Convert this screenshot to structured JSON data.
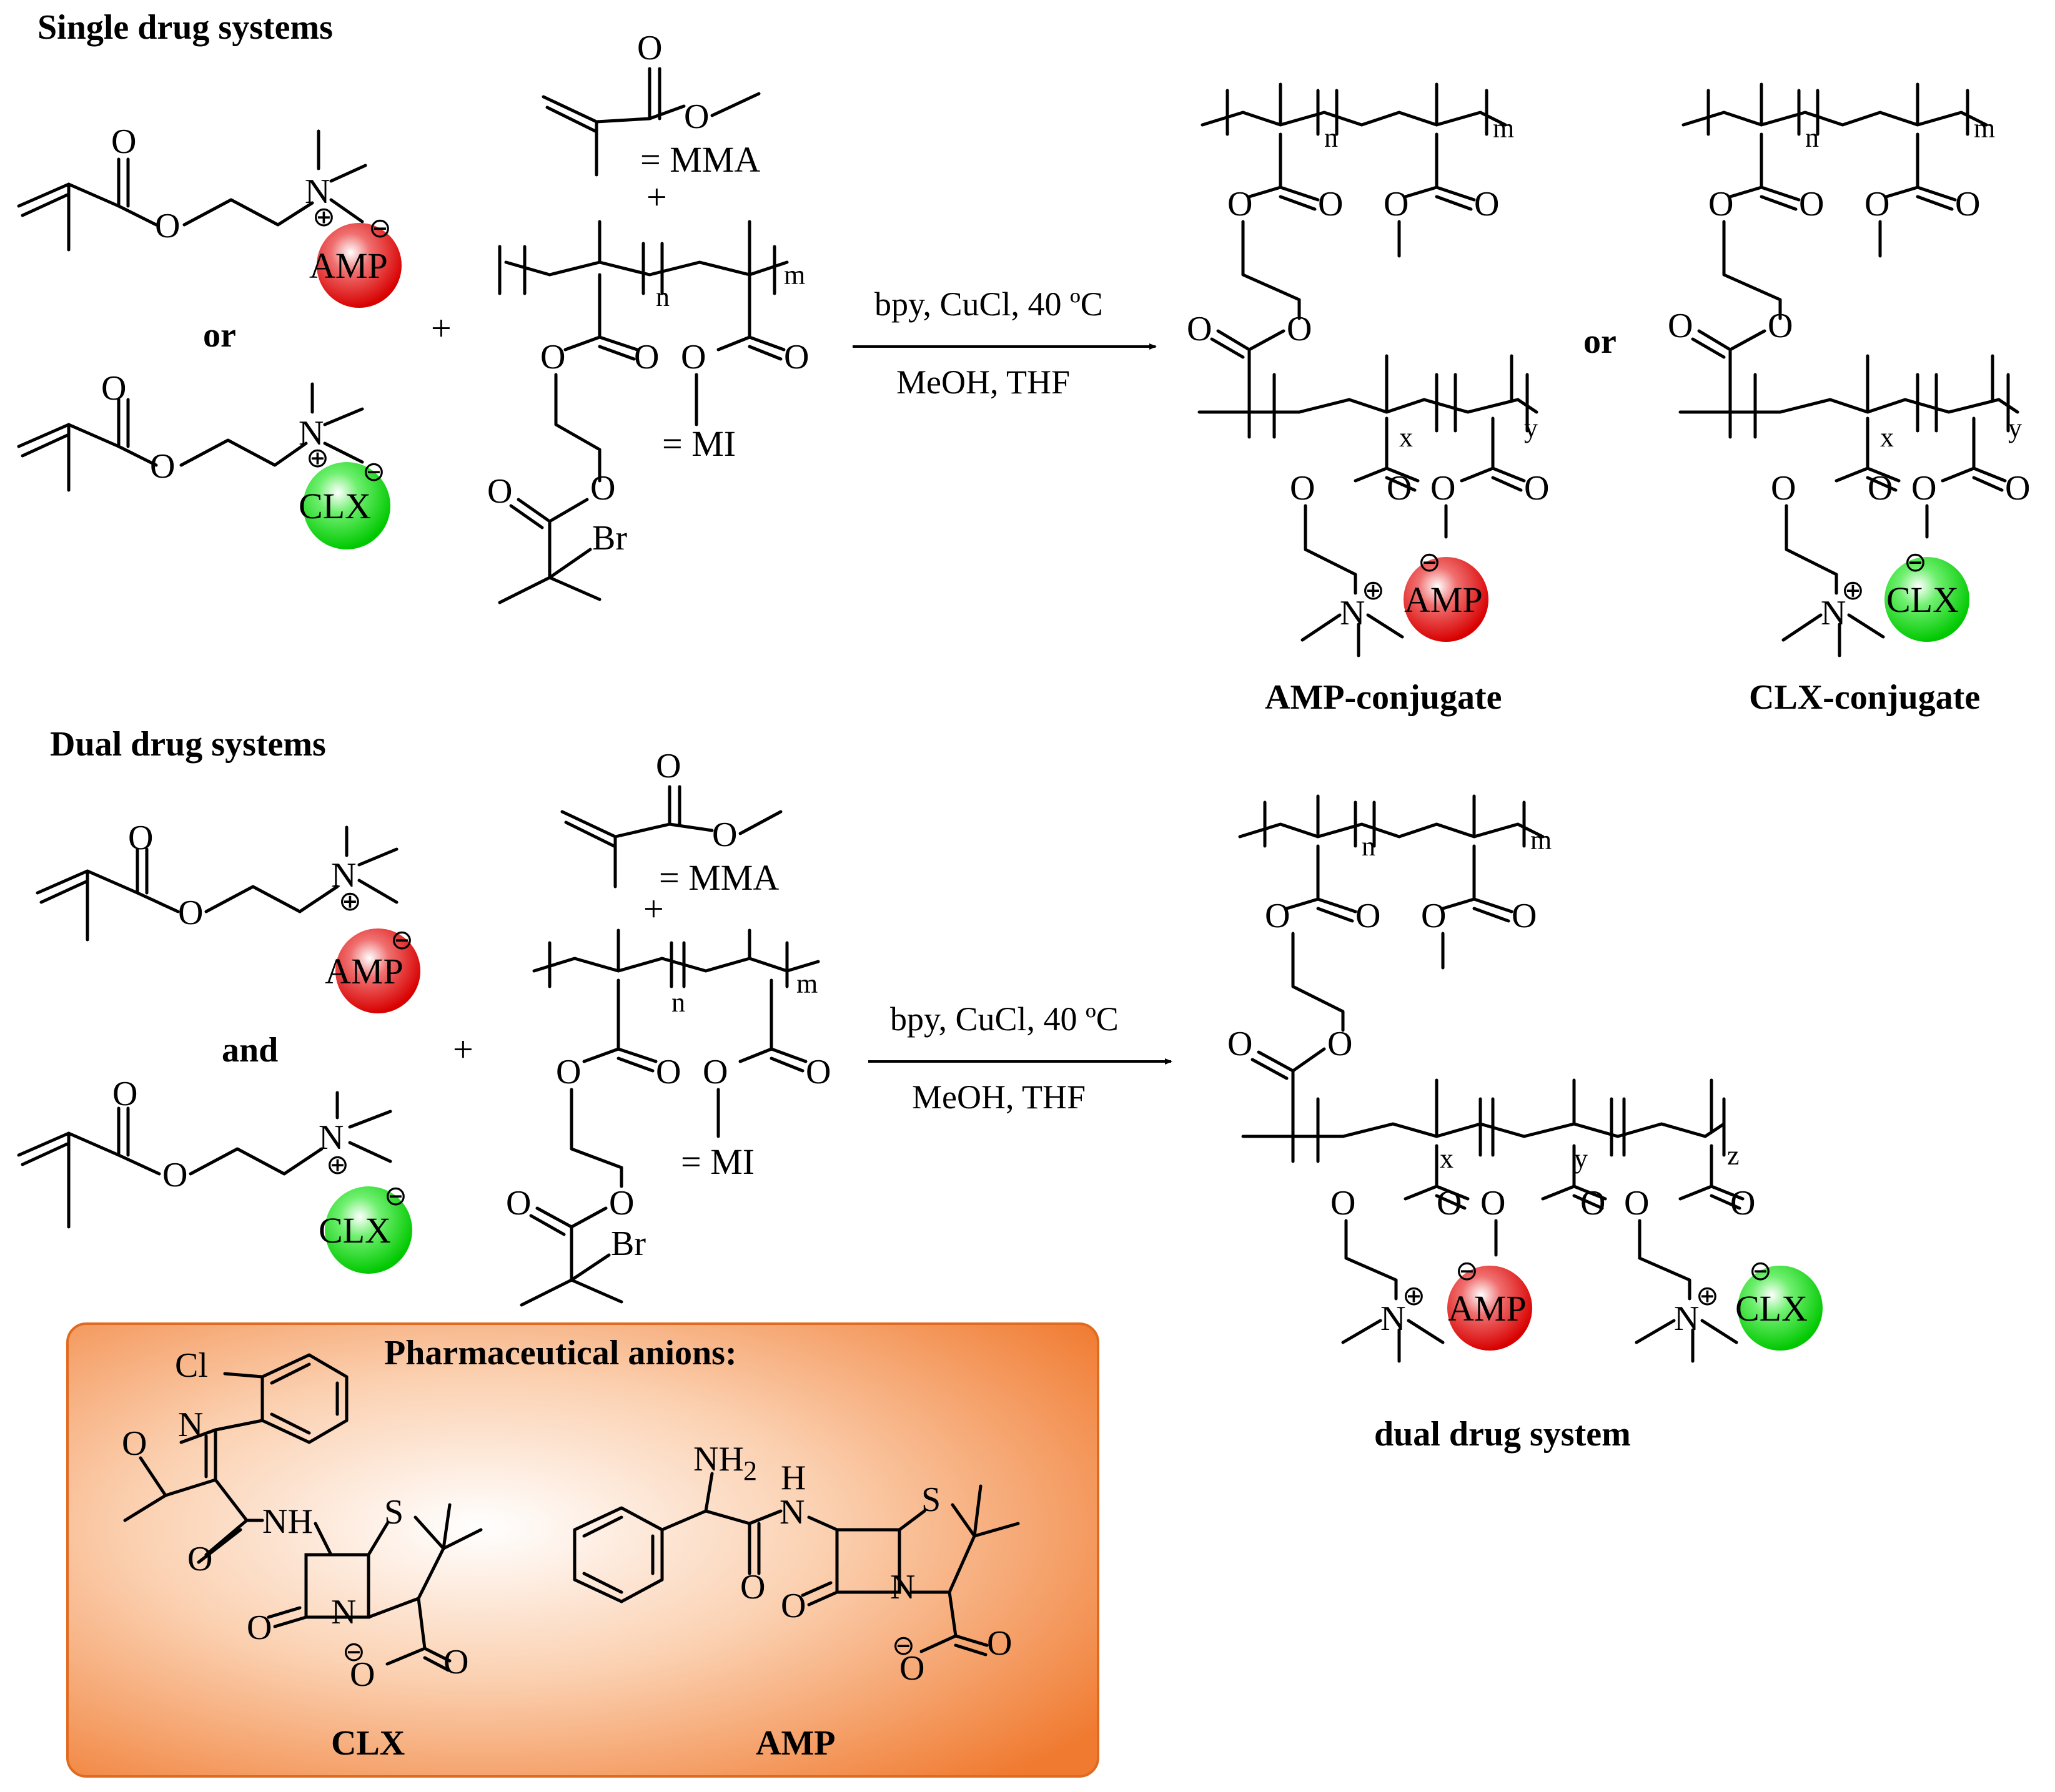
{
  "sections": {
    "single_title": "Single drug systems",
    "dual_title": "Dual drug systems"
  },
  "connectors": {
    "or": "or",
    "and": "and",
    "plus": "+"
  },
  "labels": {
    "mma": "= MMA",
    "mi": "= MI"
  },
  "atoms": {
    "o": "O",
    "n": "N",
    "br": "Br",
    "cl": "Cl",
    "s": "S",
    "nh": "NH",
    "nh2": "NH",
    "two": "2",
    "h": "H"
  },
  "subscripts": {
    "n": "n",
    "m": "m",
    "x": "x",
    "y": "y",
    "z": "z"
  },
  "charges": {
    "plus": "⊕",
    "minus": "⊖"
  },
  "conditions": {
    "line1": "bpy, CuCl, 40 ºC",
    "line2": "MeOH, THF"
  },
  "products": {
    "amp_conjugate": "AMP-conjugate",
    "clx_conjugate": "CLX-conjugate",
    "dual": "dual drug system"
  },
  "drugs": {
    "amp": "AMP",
    "clx": "CLX"
  },
  "anion_box": {
    "title": "Pharmaceutical anions:",
    "clx_name": "CLX",
    "amp_name": "AMP"
  },
  "colors": {
    "amp_ball": "#e82020",
    "clx_ball": "#20d020",
    "box": "#f58a4a"
  }
}
